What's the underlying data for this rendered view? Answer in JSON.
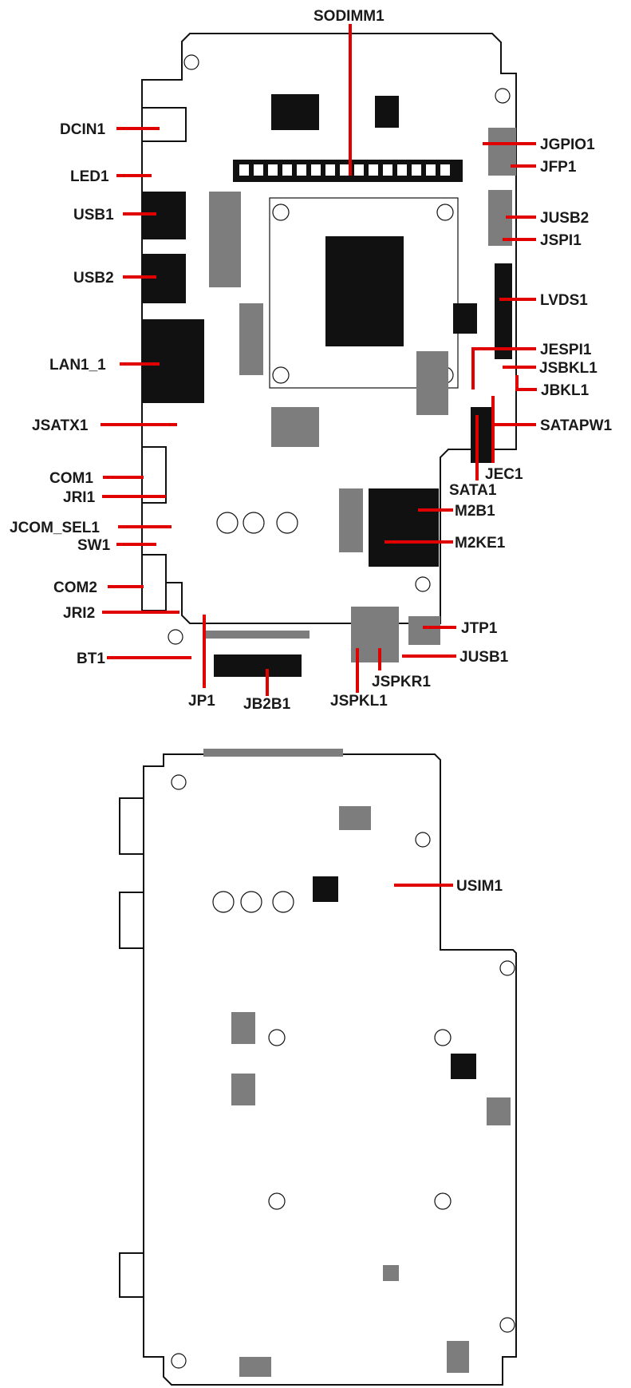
{
  "diagram": {
    "top_labels": {
      "sodimm1": "SODIMM1",
      "dcin1": "DCIN1",
      "led1": "LED1",
      "usb1": "USB1",
      "usb2": "USB2",
      "lan1_1": "LAN1_1",
      "jsatx1": "JSATX1",
      "com1": "COM1",
      "jri1": "JRI1",
      "jcom_sel1": "JCOM_SEL1",
      "sw1": "SW1",
      "com2": "COM2",
      "jri2": "JRI2",
      "bt1": "BT1",
      "jp1": "JP1",
      "jb2b1": "JB2B1",
      "jspkl1": "JSPKL1",
      "jspkr1": "JSPKR1",
      "jusb1": "JUSB1",
      "jtp1": "JTP1",
      "m2ke1": "M2KE1",
      "m2b1": "M2B1",
      "sata1": "SATA1",
      "jec1": "JEC1",
      "satapw1": "SATAPW1",
      "jbkl1": "JBKL1",
      "jsbkl1": "JSBKL1",
      "jespi1": "JESPI1",
      "lvds1": "LVDS1",
      "jspi1": "JSPI1",
      "jusb2": "JUSB2",
      "jfp1": "JFP1",
      "jgpio1": "JGPIO1"
    },
    "bottom_labels": {
      "usim1": "USIM1"
    },
    "colors": {
      "leader": "#e00000",
      "text": "#1a1a1a",
      "board": "#111111"
    }
  }
}
